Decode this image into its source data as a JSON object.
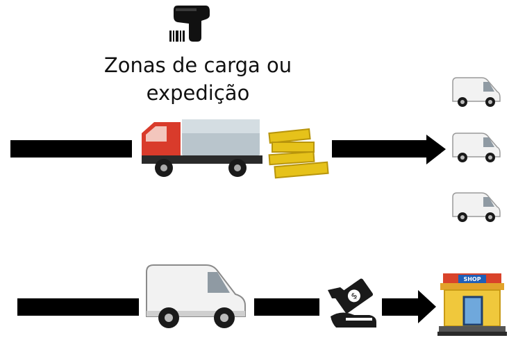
{
  "diagram": {
    "title_line1": "Zonas de carga ou",
    "title_line2": "expedição",
    "shop_sign": "SHOP",
    "icons": {
      "scanner": "barcode-scanner-icon",
      "truck": "truck-icon",
      "boxes": "gold-boxes-icon",
      "van": "delivery-van-icon",
      "payment": "hand-money-payment-icon",
      "shop": "shop-storefront-icon"
    },
    "colors": {
      "arrow": "#000000",
      "truck_cab": "#d93b2b",
      "box": "#e6c21a",
      "van_body": "#f2f2f2",
      "shop_roof": "#d9432a",
      "shop_sign": "#1f5fb8",
      "shop_walls": "#f0c83c"
    }
  }
}
